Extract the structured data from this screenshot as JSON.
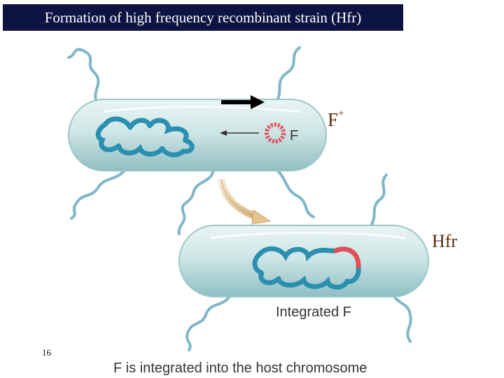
{
  "title": "Formation of high frequency recombinant strain (Hfr)",
  "labels": {
    "f_plus_main": "F",
    "f_plus_sup": "+",
    "hfr": "Hfr",
    "plasmid_f": "F",
    "integrated_f": "Integrated F",
    "caption": "F is integrated into the host chromosome"
  },
  "page_number": "16",
  "colors": {
    "title_bg": "#0d1442",
    "label_brown": "#5b2d0e",
    "chromosome_blue": "#2a8fb0",
    "plasmid_red": "#e0505a",
    "cell_fill": "#cfe6e6",
    "flagella": "#7fb7c6"
  }
}
